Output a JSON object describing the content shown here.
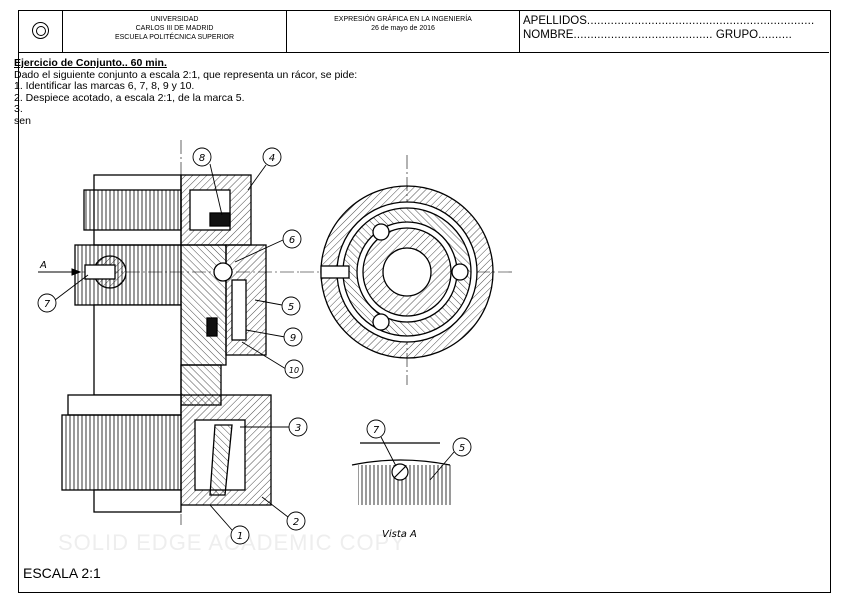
{
  "header": {
    "university_lines": [
      "UNIVERSIDAD",
      "CARLOS III DE MADRID",
      "ESCUELA POLITÉCNICA SUPERIOR"
    ],
    "subject": "EXPRESIÓN GRÁFICA EN LA INGENIERÍA",
    "date": "26 de mayo de 2016",
    "apellidos_label": "APELLIDOS",
    "apellidos_dots": "...................................................................",
    "nombre_label": "NOMBRE",
    "nombre_dots": ".........................................",
    "grupo_label": "GRUPO",
    "grupo_dots": ".........."
  },
  "instructions": {
    "title": "Ejercicio de Conjunto.. 60 min.",
    "line1": "Dado el siguiente conjunto a escala 2:1, que representa un rácor, se pide:",
    "line2": "1. Identificar las marcas 6, 7, 8, 9 y 10.",
    "line3": "2. Despiece acotado, a escala 2:1, de la marca 5.",
    "line4": "3.",
    "line5": "sen"
  },
  "drawing": {
    "section_label": "A",
    "view_label": "Vista A",
    "balloons": [
      "8",
      "4",
      "6",
      "7",
      "5",
      "9",
      "10",
      "3",
      "2",
      "1",
      "7",
      "5"
    ]
  },
  "footer": {
    "scale": "ESCALA 2:1",
    "watermark": "SOLID EDGE ACADEMIC COPY"
  }
}
